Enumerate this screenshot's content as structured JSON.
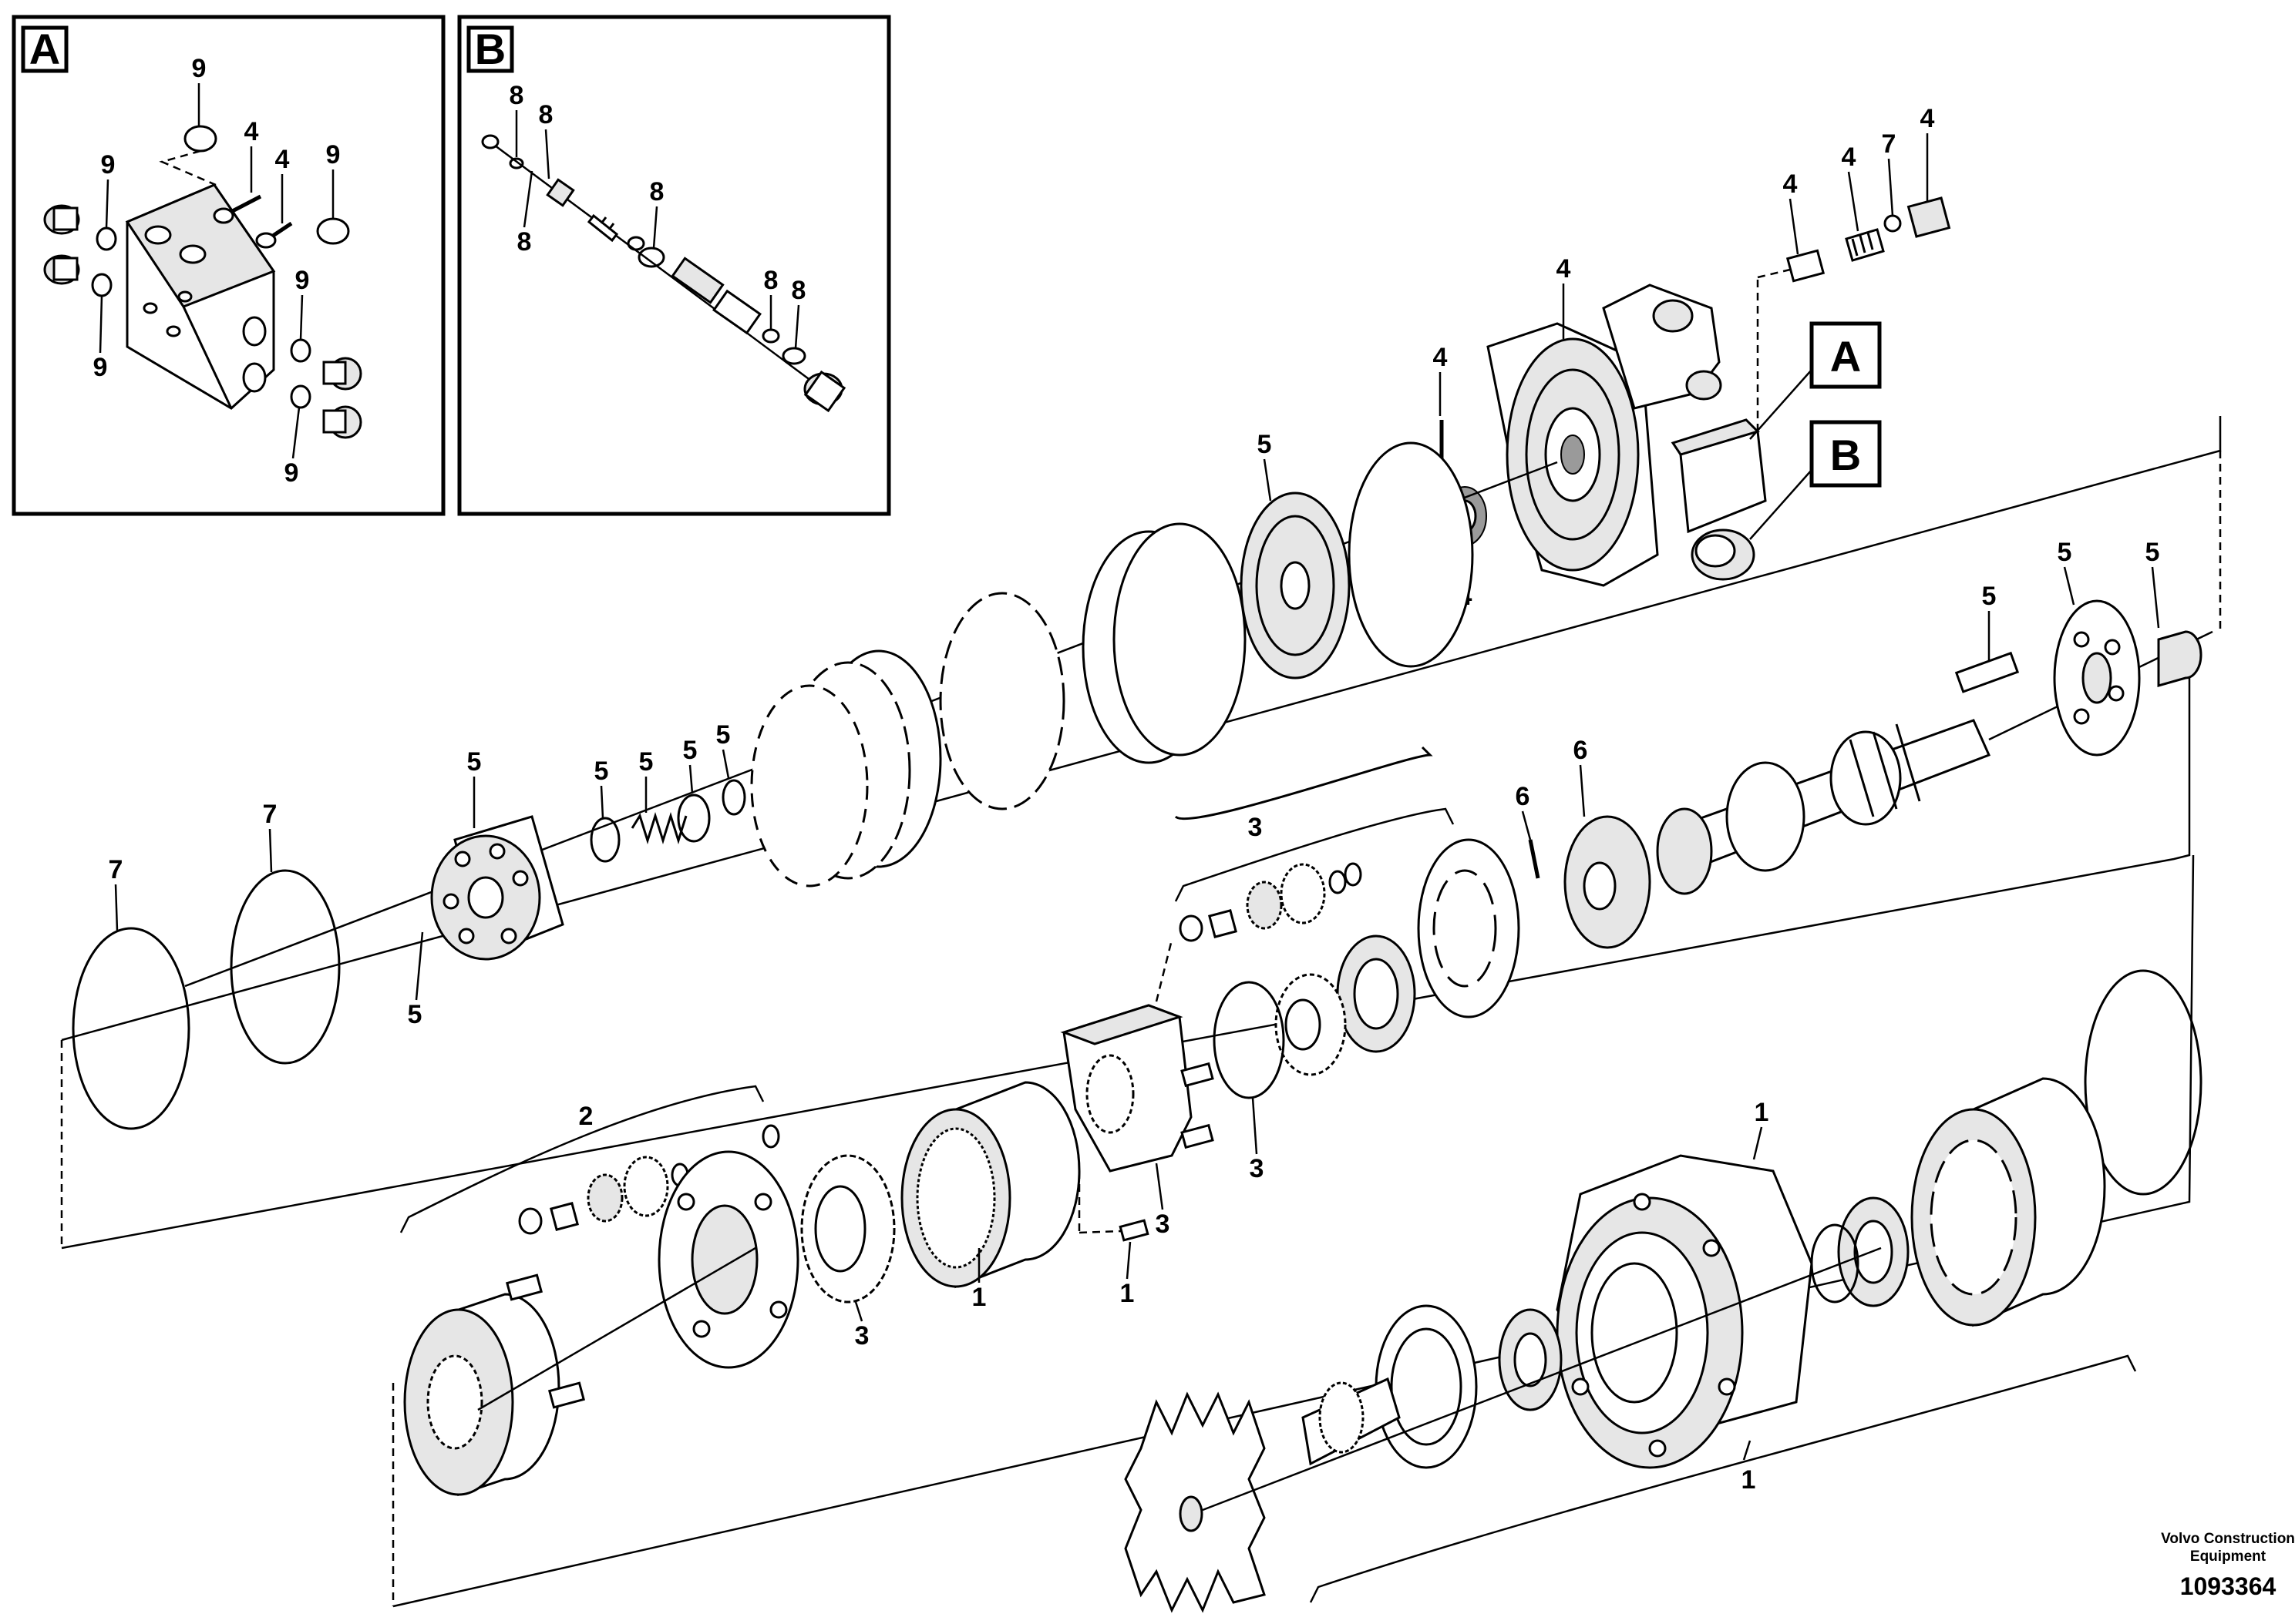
{
  "inset_a": {
    "letter": "A"
  },
  "inset_b": {
    "letter": "B"
  },
  "ref_labels": {
    "a": "A",
    "b": "B"
  },
  "callouts": {
    "c1": "1",
    "c2": "2",
    "c3": "3",
    "c4": "4",
    "c5": "5",
    "c6": "6",
    "c7": "7",
    "c8": "8",
    "c9": "9"
  },
  "footer": {
    "brand_line1": "Volvo Construction",
    "brand_line2": "Equipment",
    "drawing_number": "1093364"
  }
}
